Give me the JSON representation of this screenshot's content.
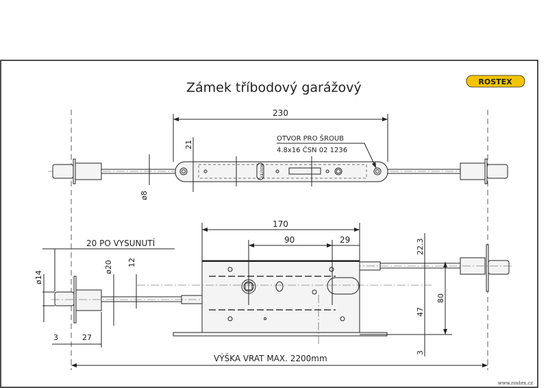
{
  "title": "Zámek tříbodový garážový",
  "logo": {
    "text": "ROSTEX",
    "bg_color": "#f2c400",
    "text_color": "#222222"
  },
  "plate_logo": "ROSTEX",
  "top_view": {
    "dim_length": "230",
    "dim_height": "21",
    "dim_rod": "ø8",
    "callout_line1": "OTVOR PRO ŠROUB",
    "callout_line2": "4.8x16 ČSN 02 1236"
  },
  "bottom_view": {
    "dim_box_width": "170",
    "dim_90": "90",
    "dim_29": "29",
    "dim_extension": "20 PO VYSUNUTÍ",
    "dim_d14": "ø14",
    "dim_d20": "ø20",
    "dim_12": "12",
    "dim_22_3": "22.3",
    "dim_80": "80",
    "dim_47": "47",
    "dim_3_right": "3",
    "dim_3_left": "3",
    "dim_27": "27",
    "dim_total": "VÝŠKA VRAT MAX. 2200mm"
  },
  "footer_url": "www.rostex.cz"
}
